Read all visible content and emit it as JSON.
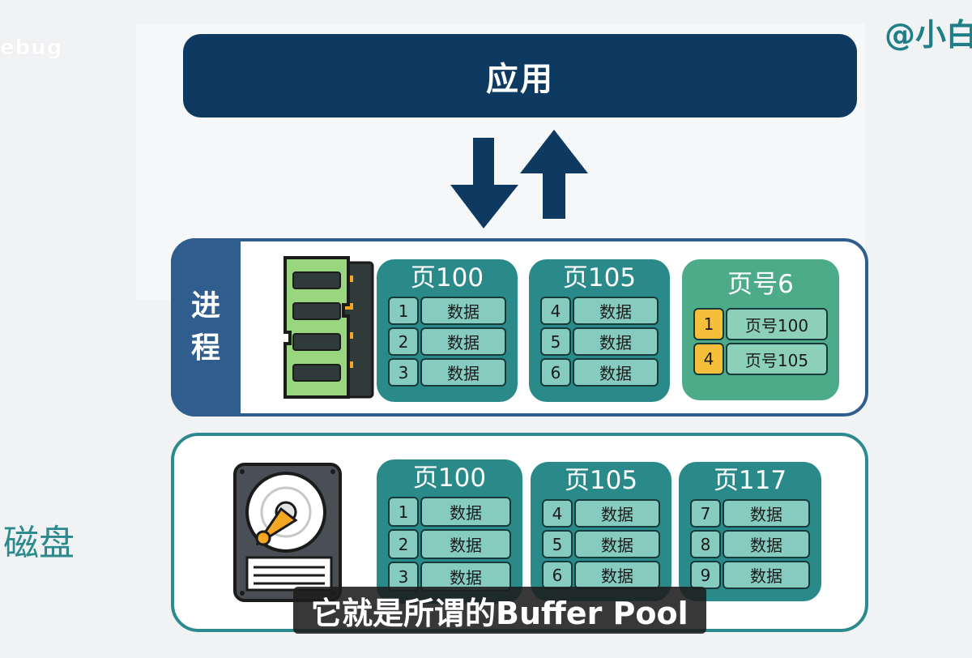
{
  "watermark": {
    "left": "ebug",
    "right": "@小白"
  },
  "app": {
    "label": "应用"
  },
  "process": {
    "label_line1": "进",
    "label_line2": "程"
  },
  "disk": {
    "label": "磁盘"
  },
  "memory_pages": [
    {
      "title": "页100",
      "rows": [
        {
          "num": "1",
          "data": "数据"
        },
        {
          "num": "2",
          "data": "数据"
        },
        {
          "num": "3",
          "data": "数据"
        }
      ]
    },
    {
      "title": "页105",
      "rows": [
        {
          "num": "4",
          "data": "数据"
        },
        {
          "num": "5",
          "data": "数据"
        },
        {
          "num": "6",
          "data": "数据"
        }
      ]
    }
  ],
  "directory_page": {
    "title": "页号6",
    "rows": [
      {
        "num": "1",
        "data": "页号100"
      },
      {
        "num": "4",
        "data": "页号105"
      }
    ]
  },
  "disk_pages": [
    {
      "title": "页100",
      "rows": [
        {
          "num": "1",
          "data": "数据"
        },
        {
          "num": "2",
          "data": "数据"
        },
        {
          "num": "3",
          "data": "数据"
        }
      ]
    },
    {
      "title": "页105",
      "rows": [
        {
          "num": "4",
          "data": "数据"
        },
        {
          "num": "5",
          "data": "数据"
        },
        {
          "num": "6",
          "data": "数据"
        }
      ]
    },
    {
      "title": "页117",
      "rows": [
        {
          "num": "7",
          "data": "数据"
        },
        {
          "num": "8",
          "data": "数据"
        },
        {
          "num": "9",
          "data": "数据"
        }
      ]
    }
  ],
  "subtitle": {
    "text": "它就是所谓的Buffer Pool"
  },
  "colors": {
    "app_bar": "#0e3a62",
    "process_border": "#2f5e8e",
    "disk_border": "#2b8a8d",
    "card": "#2a8a8a",
    "directory_card": "#4eab8a",
    "highlight": "#f5bf3b"
  },
  "icons": {
    "memory": "ram-module-icon",
    "disk": "hard-disk-icon",
    "arrows": "up-down-arrows-icon"
  }
}
